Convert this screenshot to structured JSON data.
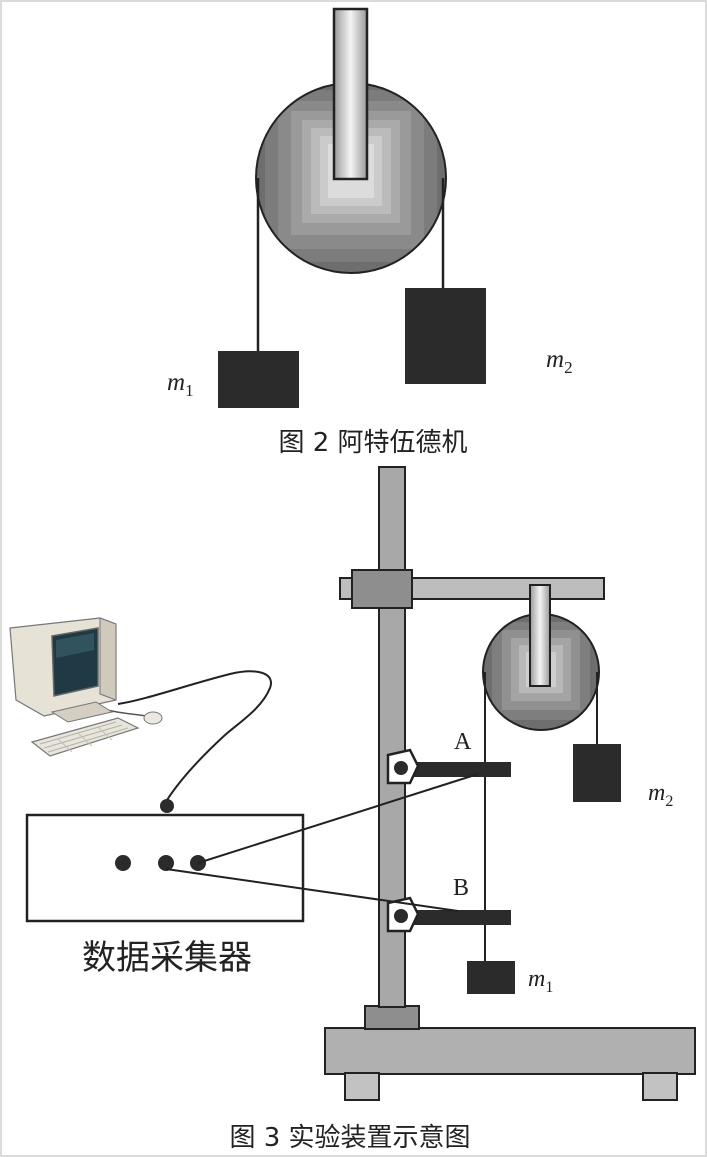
{
  "figure2": {
    "caption": "图 2  阿特伍德机",
    "mass1": {
      "symbol": "m",
      "subscript": "1"
    },
    "mass2": {
      "symbol": "m",
      "subscript": "2"
    }
  },
  "figure3": {
    "caption": "图 3  实验装置示意图",
    "collector_label": "数据采集器",
    "gate_a_label": "A",
    "gate_b_label": "B",
    "mass1": {
      "symbol": "m",
      "subscript": "1"
    },
    "mass2": {
      "symbol": "m",
      "subscript": "2"
    }
  },
  "colors": {
    "mass_block": "#2b2b2b",
    "stand": "#a8a8a8",
    "pulley_outer": "#6e6e6e",
    "rod": "#e0e0e0"
  }
}
